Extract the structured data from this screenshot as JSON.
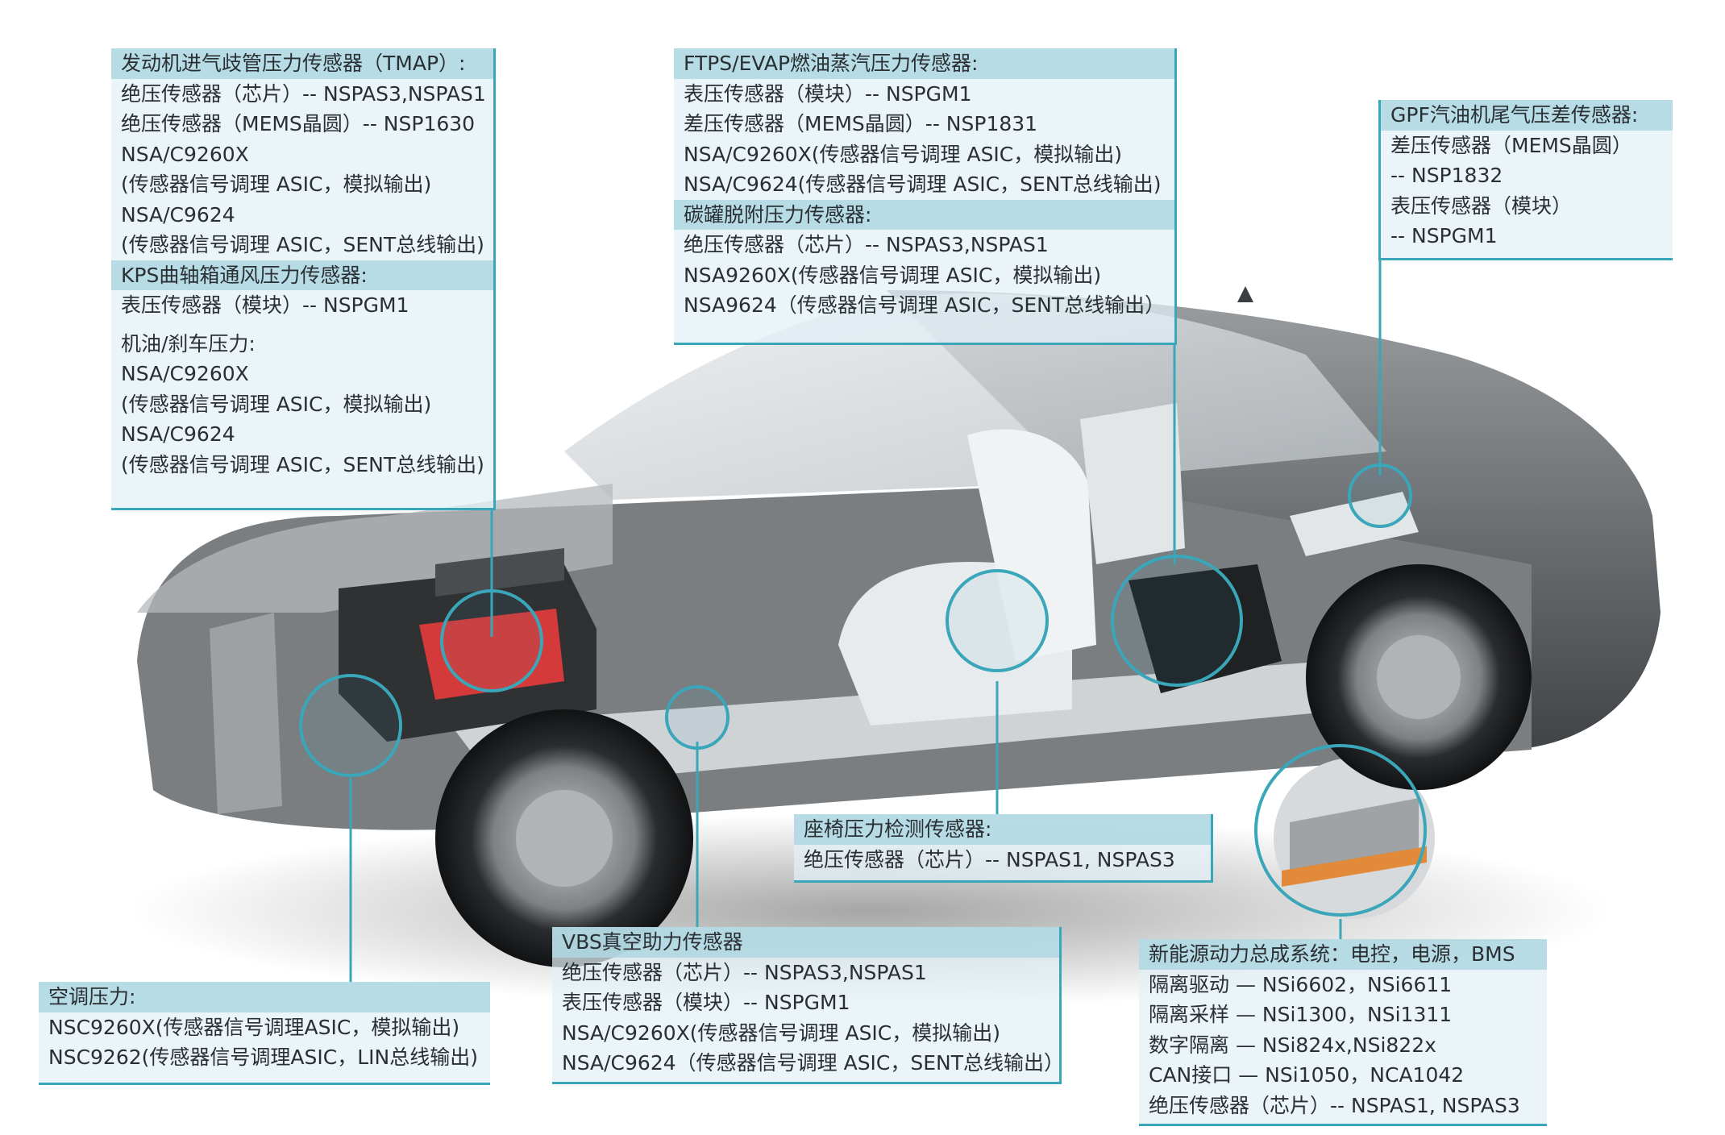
{
  "colors": {
    "accent": "#3aa6b9",
    "panel": "#e2f0f6",
    "header": "#aed7e2",
    "text": "#2a2f33",
    "engine_red": "#d43a3a",
    "body_gray": "#6f7376"
  },
  "callouts": {
    "tmap": {
      "title": "发动机进气歧管压力传感器（TMAP）:",
      "lines": [
        "绝压传感器（芯片）-- NSPAS3,NSPAS1",
        "绝压传感器（MEMS晶圆）-- NSP1630",
        "NSA/C9260X",
        "(传感器信号调理 ASIC，模拟输出)",
        "NSA/C9624",
        "(传感器信号调理 ASIC，SENT总线输出)"
      ]
    },
    "kps": {
      "title": "KPS曲轴箱通风压力传感器:",
      "lines": [
        "表压传感器（模块）-- NSPGM1",
        "",
        "机油/刹车压力:",
        "NSA/C9260X",
        "(传感器信号调理 ASIC，模拟输出)",
        "NSA/C9624",
        "(传感器信号调理 ASIC，SENT总线输出)"
      ]
    },
    "ftps": {
      "title": "FTPS/EVAP燃油蒸汽压力传感器:",
      "lines": [
        "表压传感器（模块）-- NSPGM1",
        "差压传感器（MEMS晶圆）-- NSP1831",
        "NSA/C9260X(传感器信号调理 ASIC，模拟输出)",
        "NSA/C9624(传感器信号调理 ASIC，SENT总线输出)"
      ]
    },
    "canister": {
      "title": "碳罐脱附压力传感器:",
      "lines": [
        "绝压传感器（芯片）-- NSPAS3,NSPAS1",
        "NSA9260X(传感器信号调理 ASIC，模拟输出)",
        "NSA9624（传感器信号调理 ASIC，SENT总线输出）"
      ]
    },
    "gpf": {
      "title": "GPF汽油机尾气压差传感器:",
      "lines": [
        "差压传感器（MEMS晶圆）",
        "-- NSP1832",
        "表压传感器（模块）",
        "-- NSPGM1"
      ]
    },
    "seat": {
      "title": "座椅压力检测传感器:",
      "lines": [
        "绝压传感器（芯片）-- NSPAS1, NSPAS3"
      ]
    },
    "vbs": {
      "title": "VBS真空助力传感器",
      "lines": [
        "绝压传感器（芯片）-- NSPAS3,NSPAS1",
        "表压传感器（模块）-- NSPGM1",
        "NSA/C9260X(传感器信号调理 ASIC，模拟输出)",
        "NSA/C9624（传感器信号调理 ASIC，SENT总线输出）"
      ]
    },
    "ac": {
      "title": "空调压力:",
      "lines": [
        "NSC9260X(传感器信号调理ASIC，模拟输出)",
        "NSC9262(传感器信号调理ASIC，LIN总线输出)"
      ]
    },
    "nev": {
      "title": "新能源动力总成系统：电控，电源，BMS",
      "lines": [
        "隔离驱动 — NSi6602，NSi6611",
        "隔离采样 — NSi1300，NSi1311",
        "数字隔离 — NSi824x,NSi822x",
        "CAN接口 — NSi1050，NCA1042",
        "绝压传感器（芯片）-- NSPAS1, NSPAS3"
      ]
    }
  }
}
